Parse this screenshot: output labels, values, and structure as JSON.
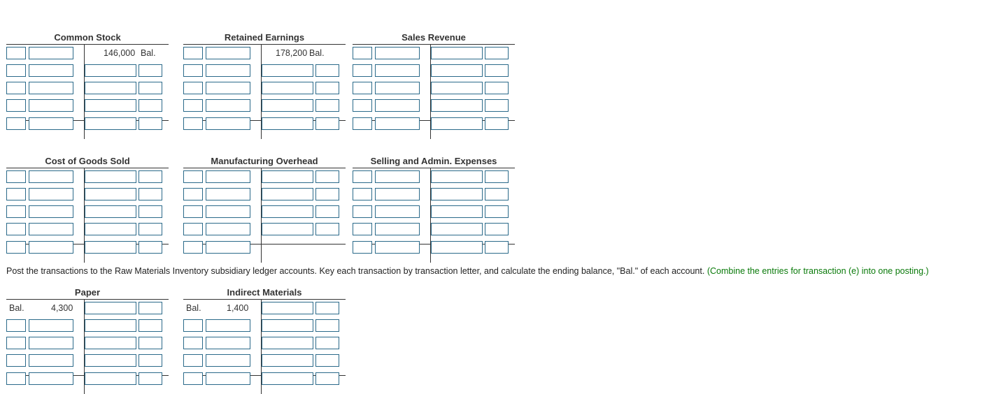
{
  "accounts": {
    "common_stock": {
      "title": "Common Stock",
      "r1_value": "146,000",
      "r1_label": "Bal."
    },
    "retained_earnings": {
      "title": "Retained Earnings",
      "r1_value": "178,200",
      "r1_label": "Bal."
    },
    "sales_revenue": {
      "title": "Sales Revenue"
    },
    "cogs": {
      "title": "Cost of Goods Sold"
    },
    "mfg_overhead": {
      "title": "Manufacturing Overhead"
    },
    "selling_admin": {
      "title": "Selling and Admin. Expenses"
    },
    "paper": {
      "title": "Paper",
      "l1_label": "Bal.",
      "l1_value": "4,300"
    },
    "indirect_materials": {
      "title": "Indirect Materials",
      "l1_label": "Bal.",
      "l1_value": "1,400"
    }
  },
  "instructions": {
    "main": "Post the transactions to the Raw Materials Inventory subsidiary ledger accounts. Key each transaction by transaction letter, and calculate the ending balance, \"Bal.\" of each account.",
    "note": "(Combine the entries for transaction (e) into one posting.)"
  }
}
